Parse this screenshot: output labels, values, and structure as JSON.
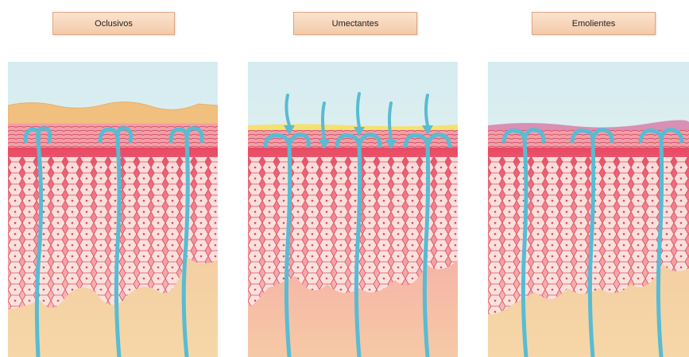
{
  "panels": [
    {
      "label": "Oclusivos"
    },
    {
      "label": "Umectantes"
    },
    {
      "label": "Emolientes"
    }
  ]
}
